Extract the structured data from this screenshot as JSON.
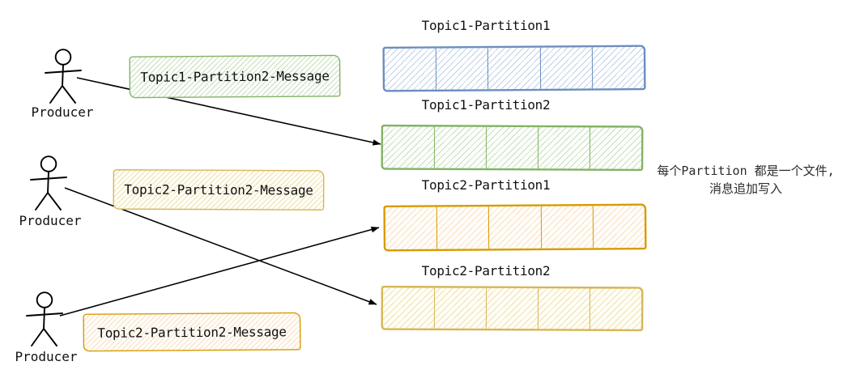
{
  "producers": [
    {
      "label": "Producer"
    },
    {
      "label": "Producer"
    },
    {
      "label": "Producer"
    }
  ],
  "messages": [
    {
      "label": "Topic1-Partition2-Message",
      "color": "green"
    },
    {
      "label": "Topic2-Partition2-Message",
      "color": "yellow"
    },
    {
      "label": "Topic2-Partition2-Message",
      "color": "orange"
    }
  ],
  "partitions": [
    {
      "title": "Topic1-Partition1",
      "color": "blue",
      "cells": 5
    },
    {
      "title": "Topic1-Partition2",
      "color": "green",
      "cells": 5
    },
    {
      "title": "Topic2-Partition1",
      "color": "orange",
      "cells": 5
    },
    {
      "title": "Topic2-Partition2",
      "color": "yellow",
      "cells": 5
    }
  ],
  "arrows": [
    {
      "from": "producer-1",
      "to": "Topic1-Partition2"
    },
    {
      "from": "producer-2",
      "to": "Topic2-Partition2"
    },
    {
      "from": "producer-3",
      "to": "Topic2-Partition1"
    }
  ],
  "note": {
    "line1": "每个Partition 都是一个文件,",
    "line2": "消息追加写入"
  },
  "colors": {
    "blue_stroke": "#6c8ebf",
    "blue_fill": "#dae8fc",
    "green_stroke": "#82b366",
    "green_fill": "#d5e8d4",
    "orange_stroke": "#d79b00",
    "orange_fill": "#ffe6cc",
    "yellow_stroke": "#d6b656",
    "yellow_fill": "#fff2cc",
    "arrow": "#000000"
  }
}
